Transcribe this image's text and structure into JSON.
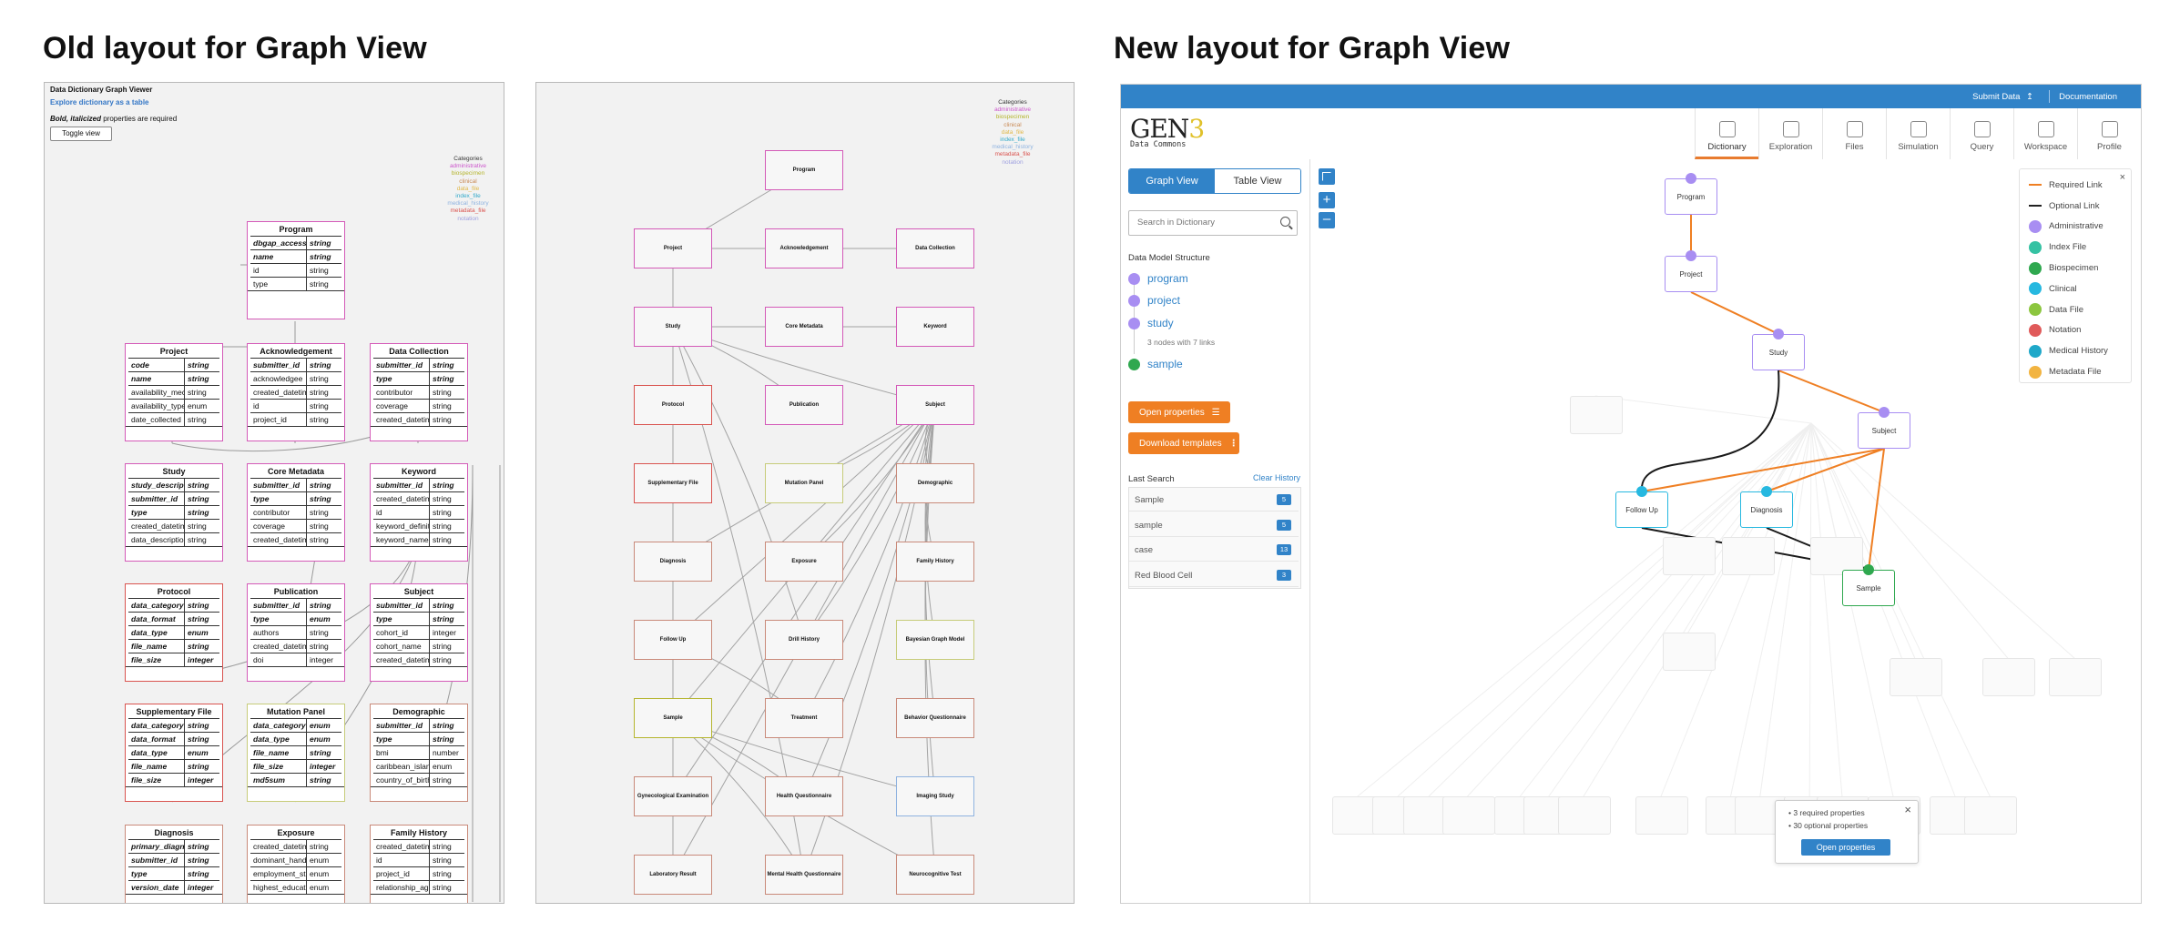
{
  "headings": {
    "old": "Old layout for Graph View",
    "new": "New layout for Graph View"
  },
  "old_list": {
    "title": "Data Dictionary Graph Viewer",
    "explore_link": "Explore dictionary as a table",
    "required_bold": "Bold, italicized",
    "required_rest": " properties are required",
    "toggle": "Toggle view",
    "categories_title": "Categories",
    "categories": [
      {
        "label": "administrative",
        "color": "#cc55cc"
      },
      {
        "label": "biospecimen",
        "color": "#b5b52e"
      },
      {
        "label": "clinical",
        "color": "#c98a55"
      },
      {
        "label": "data_file",
        "color": "#e0b84a"
      },
      {
        "label": "index_file",
        "color": "#33a9c9"
      },
      {
        "label": "medical_history",
        "color": "#8fb3e0"
      },
      {
        "label": "metadata_file",
        "color": "#d9534f"
      },
      {
        "label": "notation",
        "color": "#9ea0e0"
      }
    ],
    "nodes": [
      {
        "title": "Program",
        "rows": [
          [
            "dbgap_accession_number",
            "string",
            1
          ],
          [
            "name",
            "string",
            1
          ],
          [
            "id",
            "string",
            0
          ],
          [
            "type",
            "string",
            0
          ]
        ]
      },
      {
        "title": "Project",
        "rows": [
          [
            "code",
            "string",
            1
          ],
          [
            "name",
            "string",
            1
          ],
          [
            "availability_mechanism",
            "string",
            0
          ],
          [
            "availability_type",
            "enum",
            0
          ],
          [
            "date_collected",
            "string",
            0
          ]
        ]
      },
      {
        "title": "Acknowledgement",
        "rows": [
          [
            "submitter_id",
            "string",
            1
          ],
          [
            "acknowledgee",
            "string",
            0
          ],
          [
            "created_datetime",
            "string",
            0
          ],
          [
            "id",
            "string",
            0
          ],
          [
            "project_id",
            "string",
            0
          ]
        ]
      },
      {
        "title": "Data Collection",
        "rows": [
          [
            "submitter_id",
            "string",
            1
          ],
          [
            "type",
            "string",
            1
          ],
          [
            "contributor",
            "string",
            0
          ],
          [
            "coverage",
            "string",
            0
          ],
          [
            "created_datetime",
            "string",
            0
          ]
        ]
      },
      {
        "title": "Study",
        "rows": [
          [
            "study_description",
            "string",
            1
          ],
          [
            "submitter_id",
            "string",
            1
          ],
          [
            "type",
            "string",
            1
          ],
          [
            "created_datetime",
            "string",
            0
          ],
          [
            "data_description",
            "string",
            0
          ]
        ]
      },
      {
        "title": "Core Metadata",
        "rows": [
          [
            "submitter_id",
            "string",
            1
          ],
          [
            "type",
            "string",
            1
          ],
          [
            "contributor",
            "string",
            0
          ],
          [
            "coverage",
            "string",
            0
          ],
          [
            "created_datetime",
            "string",
            0
          ]
        ]
      },
      {
        "title": "Keyword",
        "rows": [
          [
            "submitter_id",
            "string",
            1
          ],
          [
            "created_datetime",
            "string",
            0
          ],
          [
            "id",
            "string",
            0
          ],
          [
            "keyword_definition",
            "string",
            0
          ],
          [
            "keyword_name",
            "string",
            0
          ]
        ]
      },
      {
        "title": "Protocol",
        "rows": [
          [
            "data_category",
            "string",
            1
          ],
          [
            "data_format",
            "string",
            1
          ],
          [
            "data_type",
            "enum",
            1
          ],
          [
            "file_name",
            "string",
            1
          ],
          [
            "file_size",
            "integer",
            1
          ]
        ]
      },
      {
        "title": "Publication",
        "rows": [
          [
            "submitter_id",
            "string",
            1
          ],
          [
            "type",
            "enum",
            1
          ],
          [
            "authors",
            "string",
            0
          ],
          [
            "created_datetime",
            "string",
            0
          ],
          [
            "doi",
            "integer",
            0
          ]
        ]
      },
      {
        "title": "Subject",
        "rows": [
          [
            "submitter_id",
            "string",
            1
          ],
          [
            "type",
            "string",
            1
          ],
          [
            "cohort_id",
            "integer",
            0
          ],
          [
            "cohort_name",
            "string",
            0
          ],
          [
            "created_datetime",
            "string",
            0
          ]
        ]
      },
      {
        "title": "Supplementary File",
        "rows": [
          [
            "data_category",
            "string",
            1
          ],
          [
            "data_format",
            "string",
            1
          ],
          [
            "data_type",
            "enum",
            1
          ],
          [
            "file_name",
            "string",
            1
          ],
          [
            "file_size",
            "integer",
            1
          ]
        ]
      },
      {
        "title": "Mutation Panel",
        "rows": [
          [
            "data_category",
            "enum",
            1
          ],
          [
            "data_type",
            "enum",
            1
          ],
          [
            "file_name",
            "string",
            1
          ],
          [
            "file_size",
            "integer",
            1
          ],
          [
            "md5sum",
            "string",
            1
          ]
        ]
      },
      {
        "title": "Demographic",
        "rows": [
          [
            "submitter_id",
            "string",
            1
          ],
          [
            "type",
            "string",
            1
          ],
          [
            "bmi",
            "number",
            0
          ],
          [
            "caribbean_islander",
            "enum",
            0
          ],
          [
            "country_of_birth",
            "string",
            0
          ]
        ]
      },
      {
        "title": "Diagnosis",
        "rows": [
          [
            "primary_diagnosis",
            "string",
            1
          ],
          [
            "submitter_id",
            "string",
            1
          ],
          [
            "type",
            "string",
            1
          ],
          [
            "version_date",
            "integer",
            1
          ]
        ]
      },
      {
        "title": "Exposure",
        "rows": [
          [
            "created_datetime",
            "string",
            0
          ],
          [
            "dominant_hand",
            "enum",
            0
          ],
          [
            "employment_status",
            "enum",
            0
          ],
          [
            "highest_education",
            "enum",
            0
          ]
        ]
      },
      {
        "title": "Family History",
        "rows": [
          [
            "created_datetime",
            "string",
            0
          ],
          [
            "id",
            "string",
            0
          ],
          [
            "project_id",
            "string",
            0
          ],
          [
            "relationship_age_at_diagnosis",
            "string",
            0
          ]
        ]
      }
    ]
  },
  "old_graph": {
    "nodes": [
      {
        "label": "Program",
        "color": "#d45ab8"
      },
      {
        "label": "Project",
        "color": "#d45ab8"
      },
      {
        "label": "Acknowledgement",
        "color": "#d45ab8"
      },
      {
        "label": "Data Collection",
        "color": "#d45ab8"
      },
      {
        "label": "Study",
        "color": "#d45ab8"
      },
      {
        "label": "Core Metadata",
        "color": "#d45ab8"
      },
      {
        "label": "Keyword",
        "color": "#d45ab8"
      },
      {
        "label": "Protocol",
        "color": "#d9534f"
      },
      {
        "label": "Publication",
        "color": "#d45ab8"
      },
      {
        "label": "Subject",
        "color": "#d45ab8"
      },
      {
        "label": "Supplementary File",
        "color": "#d9534f"
      },
      {
        "label": "Mutation Panel",
        "color": "#c7cc7a"
      },
      {
        "label": "Demographic",
        "color": "#c98a7a"
      },
      {
        "label": "Diagnosis",
        "color": "#c98a7a"
      },
      {
        "label": "Exposure",
        "color": "#c98a7a"
      },
      {
        "label": "Family History",
        "color": "#c98a7a"
      },
      {
        "label": "Follow Up",
        "color": "#c98a7a"
      },
      {
        "label": "Drill History",
        "color": "#c98a7a"
      },
      {
        "label": "Bayesian Graph Model",
        "color": "#c7cc7a"
      },
      {
        "label": "Sample",
        "color": "#b5b52e"
      },
      {
        "label": "Treatment",
        "color": "#c98a7a"
      },
      {
        "label": "Behavior Questionnaire",
        "color": "#c98a7a"
      },
      {
        "label": "Gynecological Examination",
        "color": "#c98a7a"
      },
      {
        "label": "Health Questionnaire",
        "color": "#c98a7a"
      },
      {
        "label": "Imaging Study",
        "color": "#8fb3e0"
      },
      {
        "label": "Laboratory Result",
        "color": "#c98a7a"
      },
      {
        "label": "Mental Health Questionnaire",
        "color": "#c98a7a"
      },
      {
        "label": "Neurocognitive Test",
        "color": "#c98a7a"
      }
    ]
  },
  "header": {
    "submit": "Submit Data",
    "documentation": "Documentation",
    "logo": "GEN",
    "logo_3": "3",
    "logo_sub": "Data Commons"
  },
  "nav_tabs": [
    {
      "label": "Dictionary"
    },
    {
      "label": "Exploration"
    },
    {
      "label": "Files"
    },
    {
      "label": "Simulation"
    },
    {
      "label": "Query"
    },
    {
      "label": "Workspace"
    },
    {
      "label": "Profile"
    }
  ],
  "sidebar": {
    "graph_view": "Graph View",
    "table_view": "Table View",
    "search_placeholder": "Search in Dictionary",
    "structure_title": "Data Model Structure",
    "structure": [
      "program",
      "project",
      "study",
      "sample"
    ],
    "structure_note": "3 nodes with 7 links",
    "open_properties": "Open properties",
    "download_templates": "Download templates",
    "last_search": "Last Search",
    "clear_history": "Clear History",
    "history": [
      {
        "term": "Sample",
        "count": "5"
      },
      {
        "term": "sample",
        "count": "5"
      },
      {
        "term": "case",
        "count": "13"
      },
      {
        "term": "Red Blood Cell",
        "count": "3"
      }
    ]
  },
  "graph": {
    "nodes": [
      {
        "label": "Program"
      },
      {
        "label": "Project"
      },
      {
        "label": "Study"
      },
      {
        "label": "Subject"
      },
      {
        "label": "Follow Up"
      },
      {
        "label": "Diagnosis"
      },
      {
        "label": "Sample"
      }
    ],
    "popup": {
      "req": "3 required properties",
      "opt": "30 optional properties",
      "button": "Open properties"
    }
  },
  "legend": {
    "items": [
      {
        "label": "Required Link",
        "type": "line",
        "color": "#ef7f23"
      },
      {
        "label": "Optional Link",
        "type": "line",
        "color": "#222222"
      },
      {
        "label": "Administrative",
        "type": "dot",
        "color": "#a88ef2"
      },
      {
        "label": "Index File",
        "type": "dot",
        "color": "#35c2a3"
      },
      {
        "label": "Biospecimen",
        "type": "dot",
        "color": "#2fa84f"
      },
      {
        "label": "Clinical",
        "type": "dot",
        "color": "#26b8e0"
      },
      {
        "label": "Data File",
        "type": "dot",
        "color": "#8cc63f"
      },
      {
        "label": "Notation",
        "type": "dot",
        "color": "#e05a5a"
      },
      {
        "label": "Medical History",
        "type": "dot",
        "color": "#1fa8c9"
      },
      {
        "label": "Metadata File",
        "type": "dot",
        "color": "#f2b441"
      }
    ]
  },
  "colors": {
    "accent": "#ef7f23",
    "blue": "#3183c8",
    "admin": "#a88ef2"
  }
}
